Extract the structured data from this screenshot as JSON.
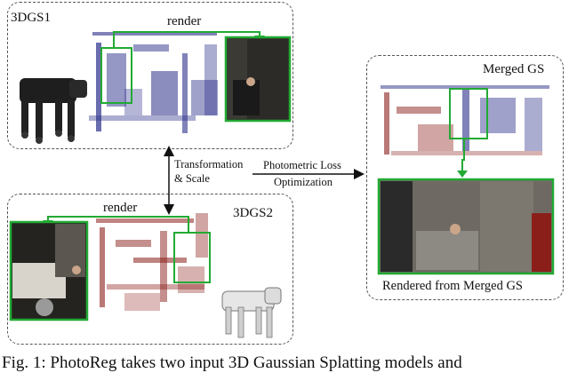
{
  "figure": {
    "panel_1": {
      "title": "3DGS1",
      "render_label": "render"
    },
    "panel_2": {
      "title": "3DGS2",
      "render_label": "render"
    },
    "panel_merged": {
      "title": "Merged GS",
      "footer": "Rendered from Merged GS"
    },
    "arrows": {
      "transformation_line1": "Transformation",
      "transformation_line2": "& Scale",
      "loss_line1": "Photometric Loss",
      "loss_line2": "Optimization"
    },
    "caption": "Fig. 1: PhotoReg takes two input 3D Gaussian Splatting models and"
  },
  "colors": {
    "green": "#22aa33",
    "blue_points": "#2b2f8a",
    "red_points": "#8a1f1a",
    "dashed_border": "#555555"
  }
}
